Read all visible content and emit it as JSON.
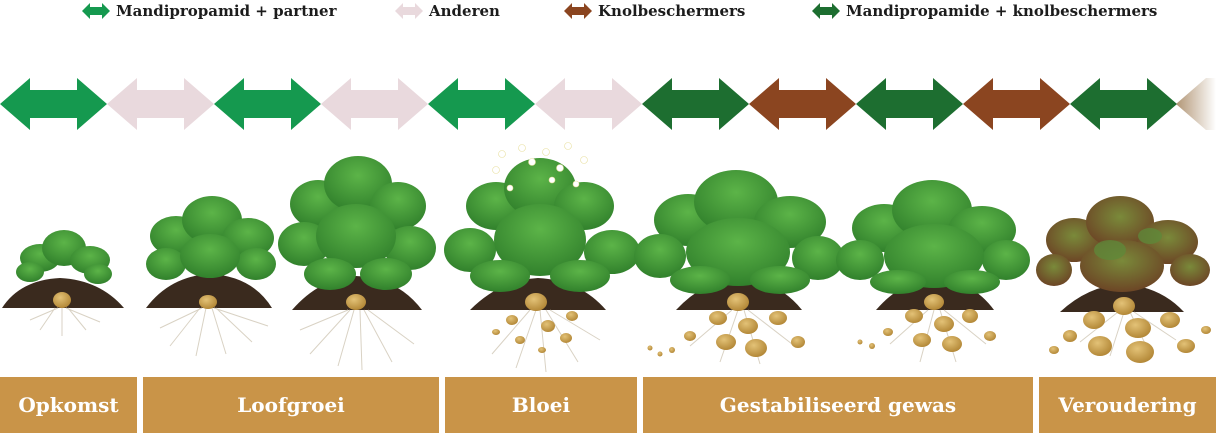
{
  "legend": [
    {
      "label": "Mandipropamid + partner",
      "color": "#15994f"
    },
    {
      "label": "Anderen",
      "color": "#e9d9dd"
    },
    {
      "label": "Knolbeschermers",
      "color": "#8b4520"
    },
    {
      "label": "Mandipropamide + knolbeschermers",
      "color": "#1d6e30"
    }
  ],
  "arrow_sequence": [
    0,
    1,
    0,
    1,
    0,
    1,
    3,
    2,
    3,
    2,
    3
  ],
  "stages": [
    {
      "label": "Opkomst"
    },
    {
      "label": "Loofgroei"
    },
    {
      "label": "Bloei"
    },
    {
      "label": "Gestabiliseerd gewas"
    },
    {
      "label": "Veroudering"
    }
  ]
}
